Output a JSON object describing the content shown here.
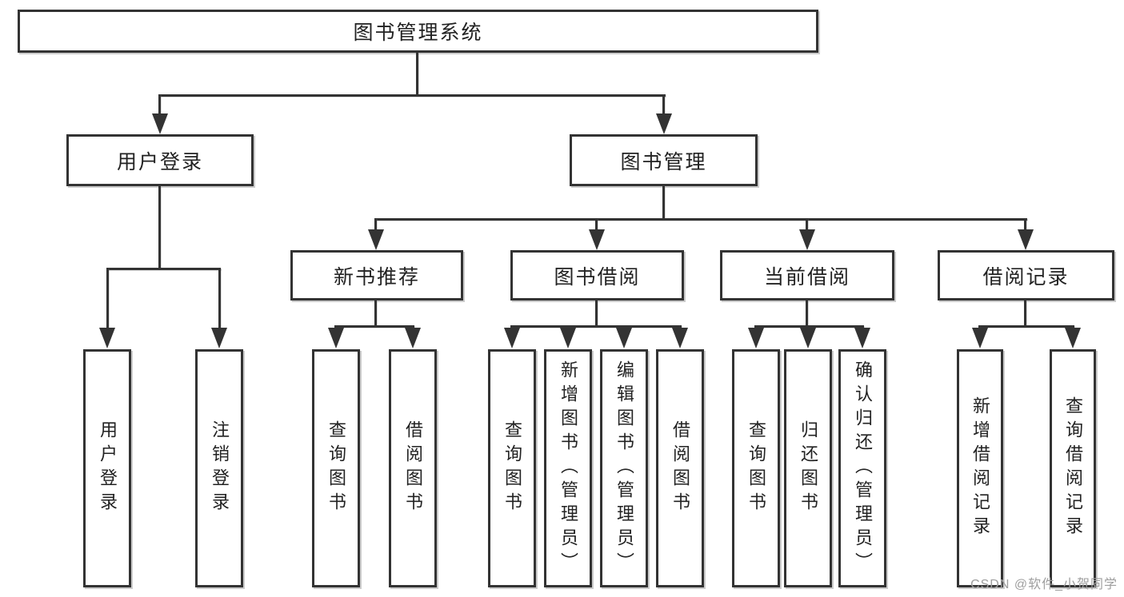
{
  "diagram": {
    "type": "tree",
    "title": "图书管理系统",
    "branches": [
      {
        "label": "用户登录",
        "children": [
          "用户登录",
          "注销登录"
        ]
      },
      {
        "label": "图书管理",
        "children": [
          {
            "label": "新书推荐",
            "children": [
              "查询图书",
              "借阅图书"
            ]
          },
          {
            "label": "图书借阅",
            "children": [
              "查询图书",
              "新增图书（管理员）",
              "编辑图书（管理员）",
              "借阅图书"
            ]
          },
          {
            "label": "当前借阅",
            "children": [
              "查询图书",
              "归还图书",
              "确认归还（管理员）"
            ]
          },
          {
            "label": "借阅记录",
            "children": [
              "新增借阅记录",
              "查询借阅记录"
            ]
          }
        ]
      }
    ]
  },
  "watermark": {
    "text": "CSDN @软件_小贺同学"
  },
  "colors": {
    "line": "#333333",
    "text": "#222222",
    "box_background": "#ffffff",
    "watermark": "#9e9e9e",
    "background": "#ffffff"
  }
}
